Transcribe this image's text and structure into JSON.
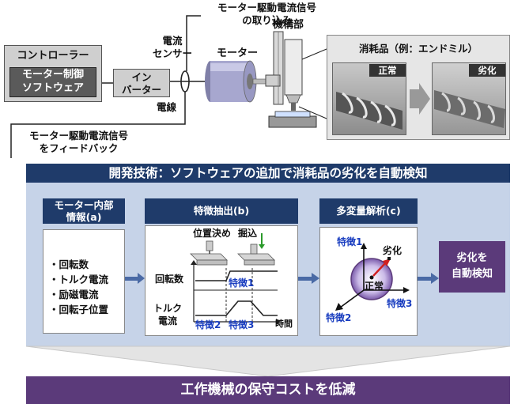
{
  "top": {
    "signal_capture": "モーター駆動電流信号\nの取り込み",
    "mechanism": "機構部",
    "current_sensor": "電流\nセンサー",
    "motor": "モーター",
    "wire": "電線",
    "feedback": "モーター駆動電流信号\nをフィードバック",
    "controller": {
      "title": "コントローラー",
      "software": "モーター制御\nソフトウェア"
    },
    "inverter": "イン\nバーター",
    "consumable": {
      "title": "消耗品（例：エンドミル）",
      "normal": "正常",
      "worn": "劣化"
    }
  },
  "development": {
    "headline": "開発技術：ソフトウェアの追加で消耗品の劣化を自動検知",
    "step_a": {
      "header": "モーター内部\n情報(a)",
      "items": [
        "・回転数",
        "・トルク電流",
        "・励磁電流",
        "・回転子位置"
      ]
    },
    "step_b": {
      "header": "特徴抽出(b)",
      "positioning": "位置決め",
      "digging": "掘込",
      "rpm_label": "回転数",
      "torque_label": "トルク\n電流",
      "time_label": "時間",
      "feature1": "特徴1",
      "feature2": "特徴2",
      "feature3": "特徴3"
    },
    "step_c": {
      "header": "多変量解析(c)",
      "feature1": "特徴1",
      "feature2": "特徴2",
      "feature3": "特徴3",
      "degraded": "劣化",
      "normal": "正常"
    },
    "result": "劣化を\n自動検知"
  },
  "conclusion": "工作機械の保守コストを低減",
  "colors": {
    "navy": "#1f3b6a",
    "purple": "#5b3a7a",
    "light_blue": "#c6d3e8",
    "arrow_blue": "#4a6aa5",
    "feature_blue": "#1a3ec0"
  }
}
